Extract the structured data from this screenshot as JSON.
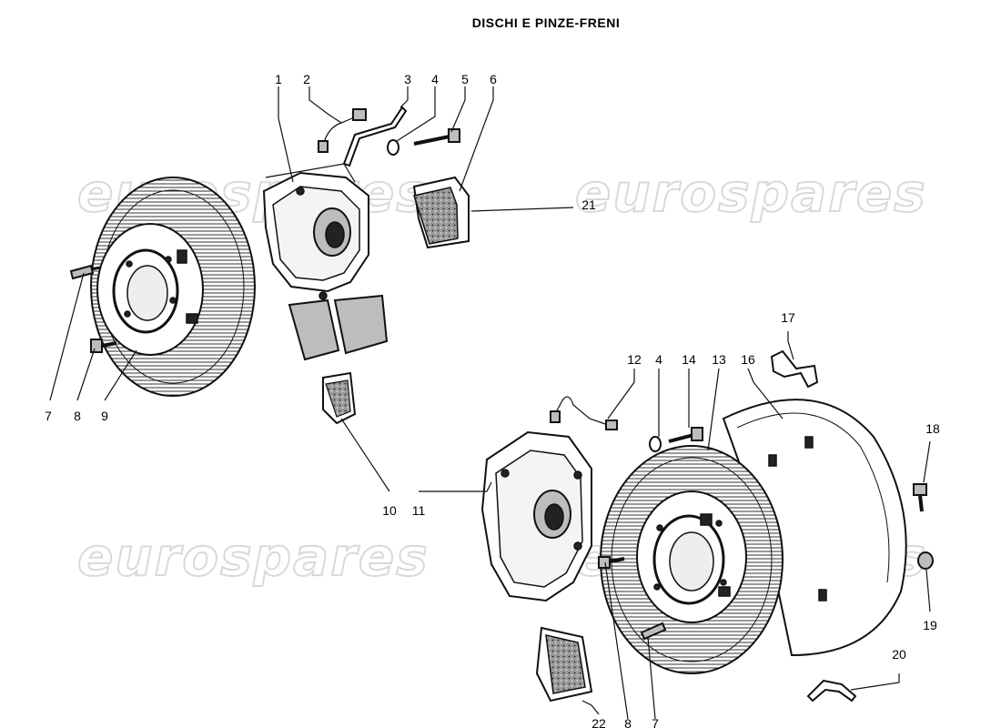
{
  "title": "DISCHI E PINZE-FRENI",
  "watermark": "eurospares",
  "callouts": {
    "c1": "1",
    "c2": "2",
    "c3": "3",
    "c4a": "4",
    "c5": "5",
    "c6": "6",
    "c7a": "7",
    "c8a": "8",
    "c9": "9",
    "c10": "10",
    "c11": "11",
    "c12": "12",
    "c4b": "4",
    "c14": "14",
    "c13": "13",
    "c16": "16",
    "c17": "17",
    "c18": "18",
    "c19": "19",
    "c20": "20",
    "c21": "21",
    "c22": "22",
    "c8b": "8",
    "c7b": "7"
  },
  "colors": {
    "ink": "#111111",
    "watermark": "#d9d9d9",
    "shade": "#bdbdbd"
  }
}
